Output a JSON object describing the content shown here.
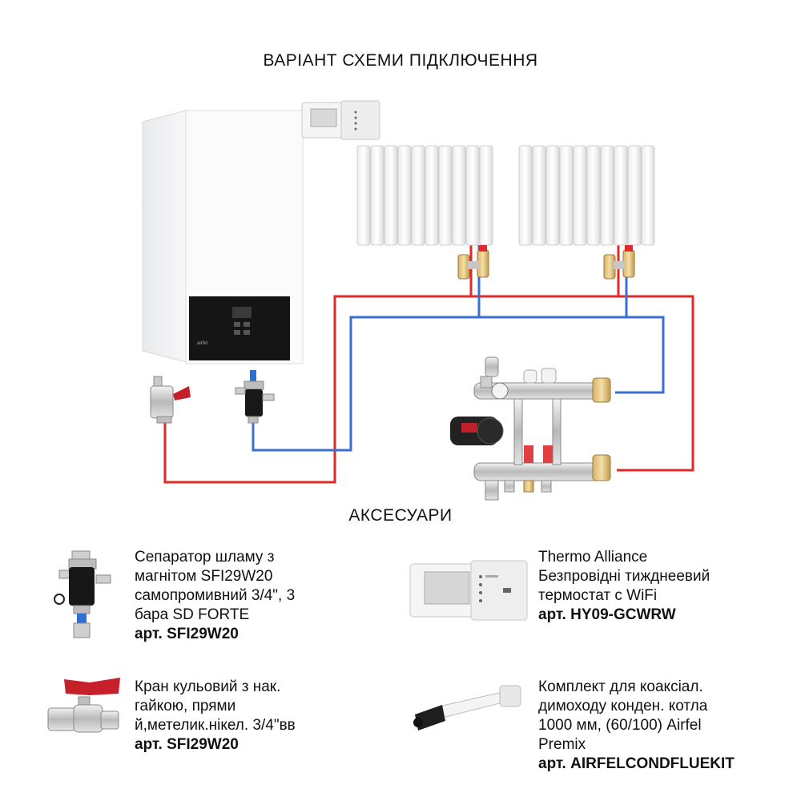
{
  "title": "ВАРІАНТ СХЕМИ ПІДКЛЮЧЕННЯ",
  "section_title": "АКСЕСУАРИ",
  "boiler": {
    "brand_label": "airfel"
  },
  "colors": {
    "supply": "#e02a2a",
    "return": "#3a6fd0",
    "background": "#ffffff"
  },
  "accessories": [
    {
      "icon": "sludge-separator-icon",
      "lines": [
        "Сепаратор шламу з",
        "магнітом SFI29W20",
        "самопромивний 3/4\", 3",
        "бара SD FORTE"
      ],
      "article": "арт. SFI29W20"
    },
    {
      "icon": "thermostat-icon",
      "lines": [
        "Thermo Alliance",
        "Безпровідні тижднеевий",
        "термостат с WiFi"
      ],
      "article": "арт. HY09-GCWRW"
    },
    {
      "icon": "ball-valve-icon",
      "lines": [
        "Кран кульовий з нак.",
        "гайкою, прями",
        "й,метелик.нікел. 3/4\"вв"
      ],
      "article": "арт. SFI29W20"
    },
    {
      "icon": "coaxial-flue-icon",
      "lines": [
        "Комплект для коаксіал.",
        "димоходу конден. котла",
        "1000 мм, (60/100) Airfel",
        "Premix"
      ],
      "article": "арт. AIRFELCONDFLUEKIT"
    }
  ]
}
